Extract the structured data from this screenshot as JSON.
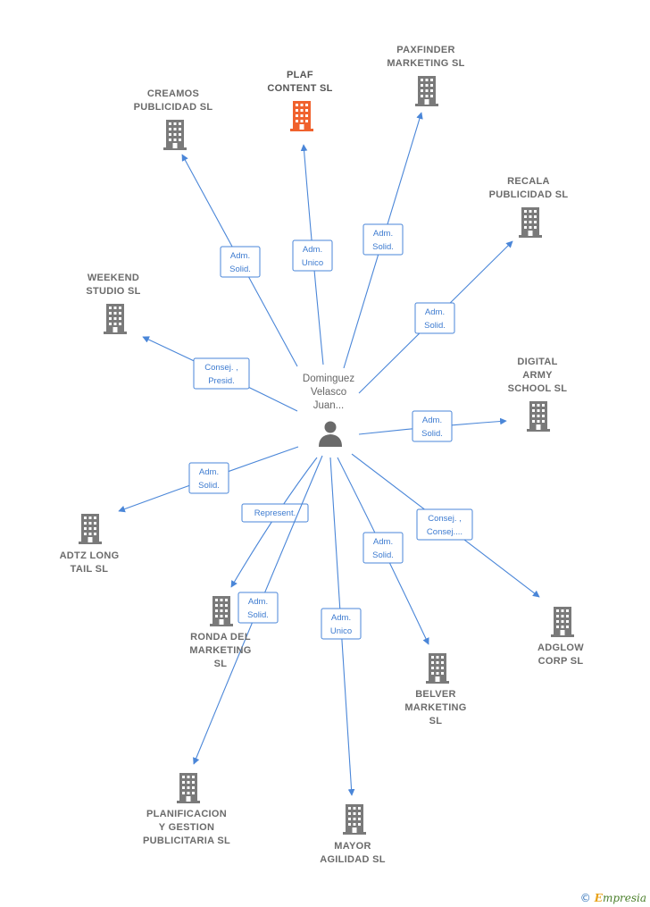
{
  "center": {
    "name_lines": [
      "Dominguez",
      "Velasco",
      "Juan..."
    ],
    "icon": "person-icon"
  },
  "colors": {
    "edge": "#4a86d8",
    "company": "#7a7a7a",
    "highlight": "#f0622e"
  },
  "companies": [
    {
      "id": "plaf",
      "lines": [
        "PLAF",
        "CONTENT  SL"
      ],
      "highlight": true,
      "icon": "building-icon"
    },
    {
      "id": "creamos",
      "lines": [
        "CREAMOS",
        "PUBLICIDAD SL"
      ],
      "icon": "building-icon"
    },
    {
      "id": "paxfinder",
      "lines": [
        "PAXFINDER",
        "MARKETING SL"
      ],
      "icon": "building-icon"
    },
    {
      "id": "recala",
      "lines": [
        "RECALA",
        "PUBLICIDAD SL"
      ],
      "icon": "building-icon"
    },
    {
      "id": "weekend",
      "lines": [
        "WEEKEND",
        "STUDIO  SL"
      ],
      "icon": "building-icon"
    },
    {
      "id": "digital",
      "lines": [
        "DIGITAL",
        "ARMY",
        "SCHOOL  SL"
      ],
      "icon": "building-icon"
    },
    {
      "id": "adtz",
      "lines": [
        "ADTZ LONG",
        "TAIL  SL"
      ],
      "icon": "building-icon"
    },
    {
      "id": "ronda",
      "lines": [
        "RONDA DEL",
        "MARKETING",
        "SL"
      ],
      "icon": "building-icon"
    },
    {
      "id": "adglow",
      "lines": [
        "ADGLOW",
        "CORP  SL"
      ],
      "icon": "building-icon"
    },
    {
      "id": "belver",
      "lines": [
        "BELVER",
        "MARKETING",
        "SL"
      ],
      "icon": "building-icon"
    },
    {
      "id": "planificacion",
      "lines": [
        "PLANIFICACION",
        "Y GESTION",
        "PUBLICITARIA SL"
      ],
      "icon": "building-icon"
    },
    {
      "id": "mayor",
      "lines": [
        "MAYOR",
        "AGILIDAD SL"
      ],
      "icon": "building-icon"
    }
  ],
  "edges": [
    {
      "to": "creamos",
      "lines": [
        "Adm.",
        "Solid."
      ]
    },
    {
      "to": "plaf",
      "lines": [
        "Adm.",
        "Unico"
      ]
    },
    {
      "to": "paxfinder",
      "lines": [
        "Adm.",
        "Solid."
      ]
    },
    {
      "to": "recala",
      "lines": [
        "Adm.",
        "Solid."
      ]
    },
    {
      "to": "weekend",
      "lines": [
        "Consej. ,",
        "Presid."
      ]
    },
    {
      "to": "digital",
      "lines": [
        "Adm.",
        "Solid."
      ]
    },
    {
      "to": "adtz",
      "lines": [
        "Adm.",
        "Solid."
      ]
    },
    {
      "to": "ronda",
      "lines": [
        "Represent."
      ]
    },
    {
      "to": "planificacion",
      "lines": [
        "Adm.",
        "Solid."
      ]
    },
    {
      "to": "mayor",
      "lines": [
        "Adm.",
        "Unico"
      ]
    },
    {
      "to": "belver",
      "lines": [
        "Adm.",
        "Solid."
      ]
    },
    {
      "to": "adglow",
      "lines": [
        "Consej. ,",
        "Consej...."
      ]
    }
  ],
  "brand": {
    "copyright": "©",
    "first_letter": "E",
    "rest": "mpresia"
  }
}
